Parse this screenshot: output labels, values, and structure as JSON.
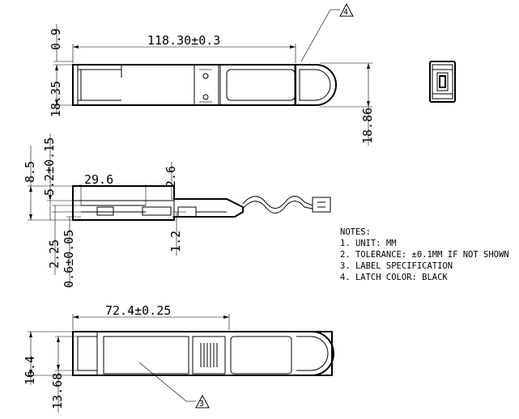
{
  "dimensions": {
    "top_view": {
      "length": "118.30±0.3",
      "offset": "0.9",
      "body_height": "18.35",
      "overall_height": "18.86",
      "callout": "4"
    },
    "side_view": {
      "overall_height": "8.5",
      "body_height": "5.2±0.15",
      "label_length": "29.6",
      "step_height": "2.6",
      "bottom_offset": "2.25",
      "bottom_thickness": "0.6±0.05",
      "latch_height": "1.2"
    },
    "bottom_view": {
      "length": "72.4±0.25",
      "body_height": "16.4",
      "inner_height": "13.68",
      "callout": "3"
    }
  },
  "notes": {
    "title": "NOTES:",
    "items": [
      "1. UNIT: MM",
      "2. TOLERANCE: ±0.1MM IF NOT SHOWN",
      "3. LABEL SPECIFICATION",
      "4. LATCH COLOR: BLACK"
    ]
  }
}
